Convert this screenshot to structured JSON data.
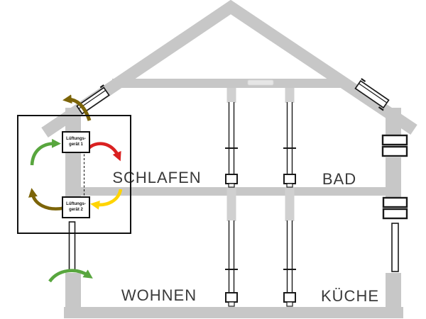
{
  "diagram": {
    "type": "house-ventilation-cross-section",
    "rooms": [
      {
        "label": "SCHLAFEN"
      },
      {
        "label": "BAD"
      },
      {
        "label": "WOHNEN"
      },
      {
        "label": "KÜCHE"
      }
    ],
    "devices": [
      {
        "label_line1": "Lüftungs-",
        "label_line2": "gerät 1"
      },
      {
        "label_line1": "Lüftungs-",
        "label_line2": "gerät 2"
      }
    ],
    "arrows": [
      {
        "name": "fresh-air-attic-green",
        "color": "#58a63e"
      },
      {
        "name": "supply-air-red",
        "color": "#da2121"
      },
      {
        "name": "extract-air-attic-brown",
        "color": "#7c6408"
      },
      {
        "name": "return-air-yellow",
        "color": "#ffd402"
      },
      {
        "name": "exhaust-roof-brown",
        "color": "#7c6408"
      },
      {
        "name": "fresh-air-wall-green",
        "color": "#58a63e"
      }
    ],
    "colors": {
      "structure_gray": "#c7c7c7",
      "duct_gray": "#d0d0d0",
      "outline_black": "#1a1a1a",
      "arrow_green": "#58a63e",
      "arrow_red": "#da2121",
      "arrow_yellow": "#ffd402",
      "arrow_brown": "#7c6408",
      "room_label_gray": "#3a3a3a"
    }
  }
}
